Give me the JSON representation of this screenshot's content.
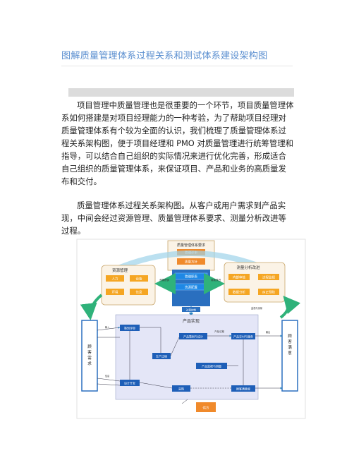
{
  "title": "图解质量管理体系过程关系和测试体系建设架构图",
  "paragraphs": [
    "项目管理中质量管理也是很重要的一个环节，项目质量管理体系如何搭建是对项目经理能力的一种考验，为了帮助项目经理对质量管理体系有个较为全面的认识，我们梳理了质量管理体系过程关系架构图，便于项目经理和 PMO 对质量管理进行统筹管理和指导，可以结合自己组织的实际情况来进行优化完善，形成适合自己组织的质量管理体系，来保证项目、产品和业务的高质量发布和交付。",
    "质量管理体系过程关系架构图。从客户或用户需求到产品实现，中间会经过资源管理、质量管理体系要求、测量分析改进等过程。"
  ],
  "diagram": {
    "top_box": "质量管理体系要求",
    "top_items": [
      "管理评审",
      "质量方针"
    ],
    "center_items": [
      "管理职责",
      "资源配置"
    ],
    "resource_title": "资源管理",
    "resource_items": [
      "人力",
      "设备",
      "环境",
      "信息"
    ],
    "measure_title": "测量分析改进",
    "measure_items": [
      "内部审核",
      "过程监视",
      "数据分析",
      "纠正预防"
    ],
    "product_title": "产品实现",
    "product_items": [
      "策划评审",
      "产品策划与设计",
      "产品交付与服务",
      "生产过程",
      "设计开发",
      "产品监视与测量",
      "采购",
      "顾客满意度"
    ],
    "left_label": "顾客需求",
    "right_label": "顾客满意",
    "bottom_item": "供方",
    "arrow_labels": [
      "资源提供",
      "持续改进",
      "过程控制",
      "产品/过程",
      "输入",
      "输出",
      "监视与测量",
      "信息"
    ]
  }
}
